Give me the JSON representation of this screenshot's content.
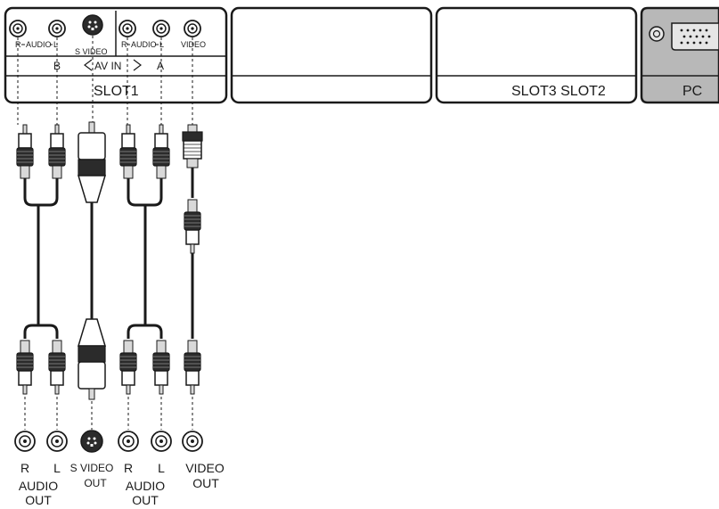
{
  "panel": {
    "slot1": {
      "port_labels": [
        "R",
        "AUDIO",
        "L",
        "S VIDEO",
        "R",
        "AUDIO",
        "L",
        "VIDEO"
      ],
      "group_b": "B",
      "av_in": "AV IN",
      "group_a": "A",
      "name": "SLOT1"
    },
    "slot3_slot2": "SLOT3 SLOT2",
    "pc": "PC"
  },
  "device_outputs": {
    "row1": [
      "R",
      "L",
      "S VIDEO",
      "R",
      "L",
      "VIDEO"
    ],
    "row2": [
      "AUDIO",
      "OUT",
      "AUDIO",
      "OUT"
    ],
    "row3": [
      "OUT",
      "OUT"
    ]
  },
  "colors": {
    "line": "#1a1a1a",
    "panel_fill": "#ffffff",
    "pc_fill": "#b8b8b8",
    "plug_light": "#d9d9d9",
    "plug_dark": "#2b2b2b"
  }
}
